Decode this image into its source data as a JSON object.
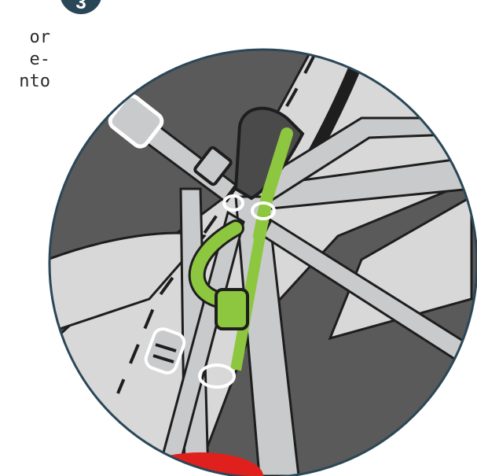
{
  "step_number": "3",
  "side_text_lines": [
    "or",
    "e-",
    "nto"
  ],
  "colors": {
    "badge": "#2a4758",
    "circle_border": "#2a4758",
    "seat_dark": "#5a5a5a",
    "seat_light": "#d6d6d6",
    "strap": "#c8cacc",
    "strap_outline": "#1e1e1e",
    "hook_green": "#8dc63f",
    "headrest": "#4a4a4a",
    "red_accent": "#e0201c"
  },
  "icons": [
    "step-badge",
    "buckle-icon",
    "adjuster-icon",
    "tether-hook-icon"
  ]
}
